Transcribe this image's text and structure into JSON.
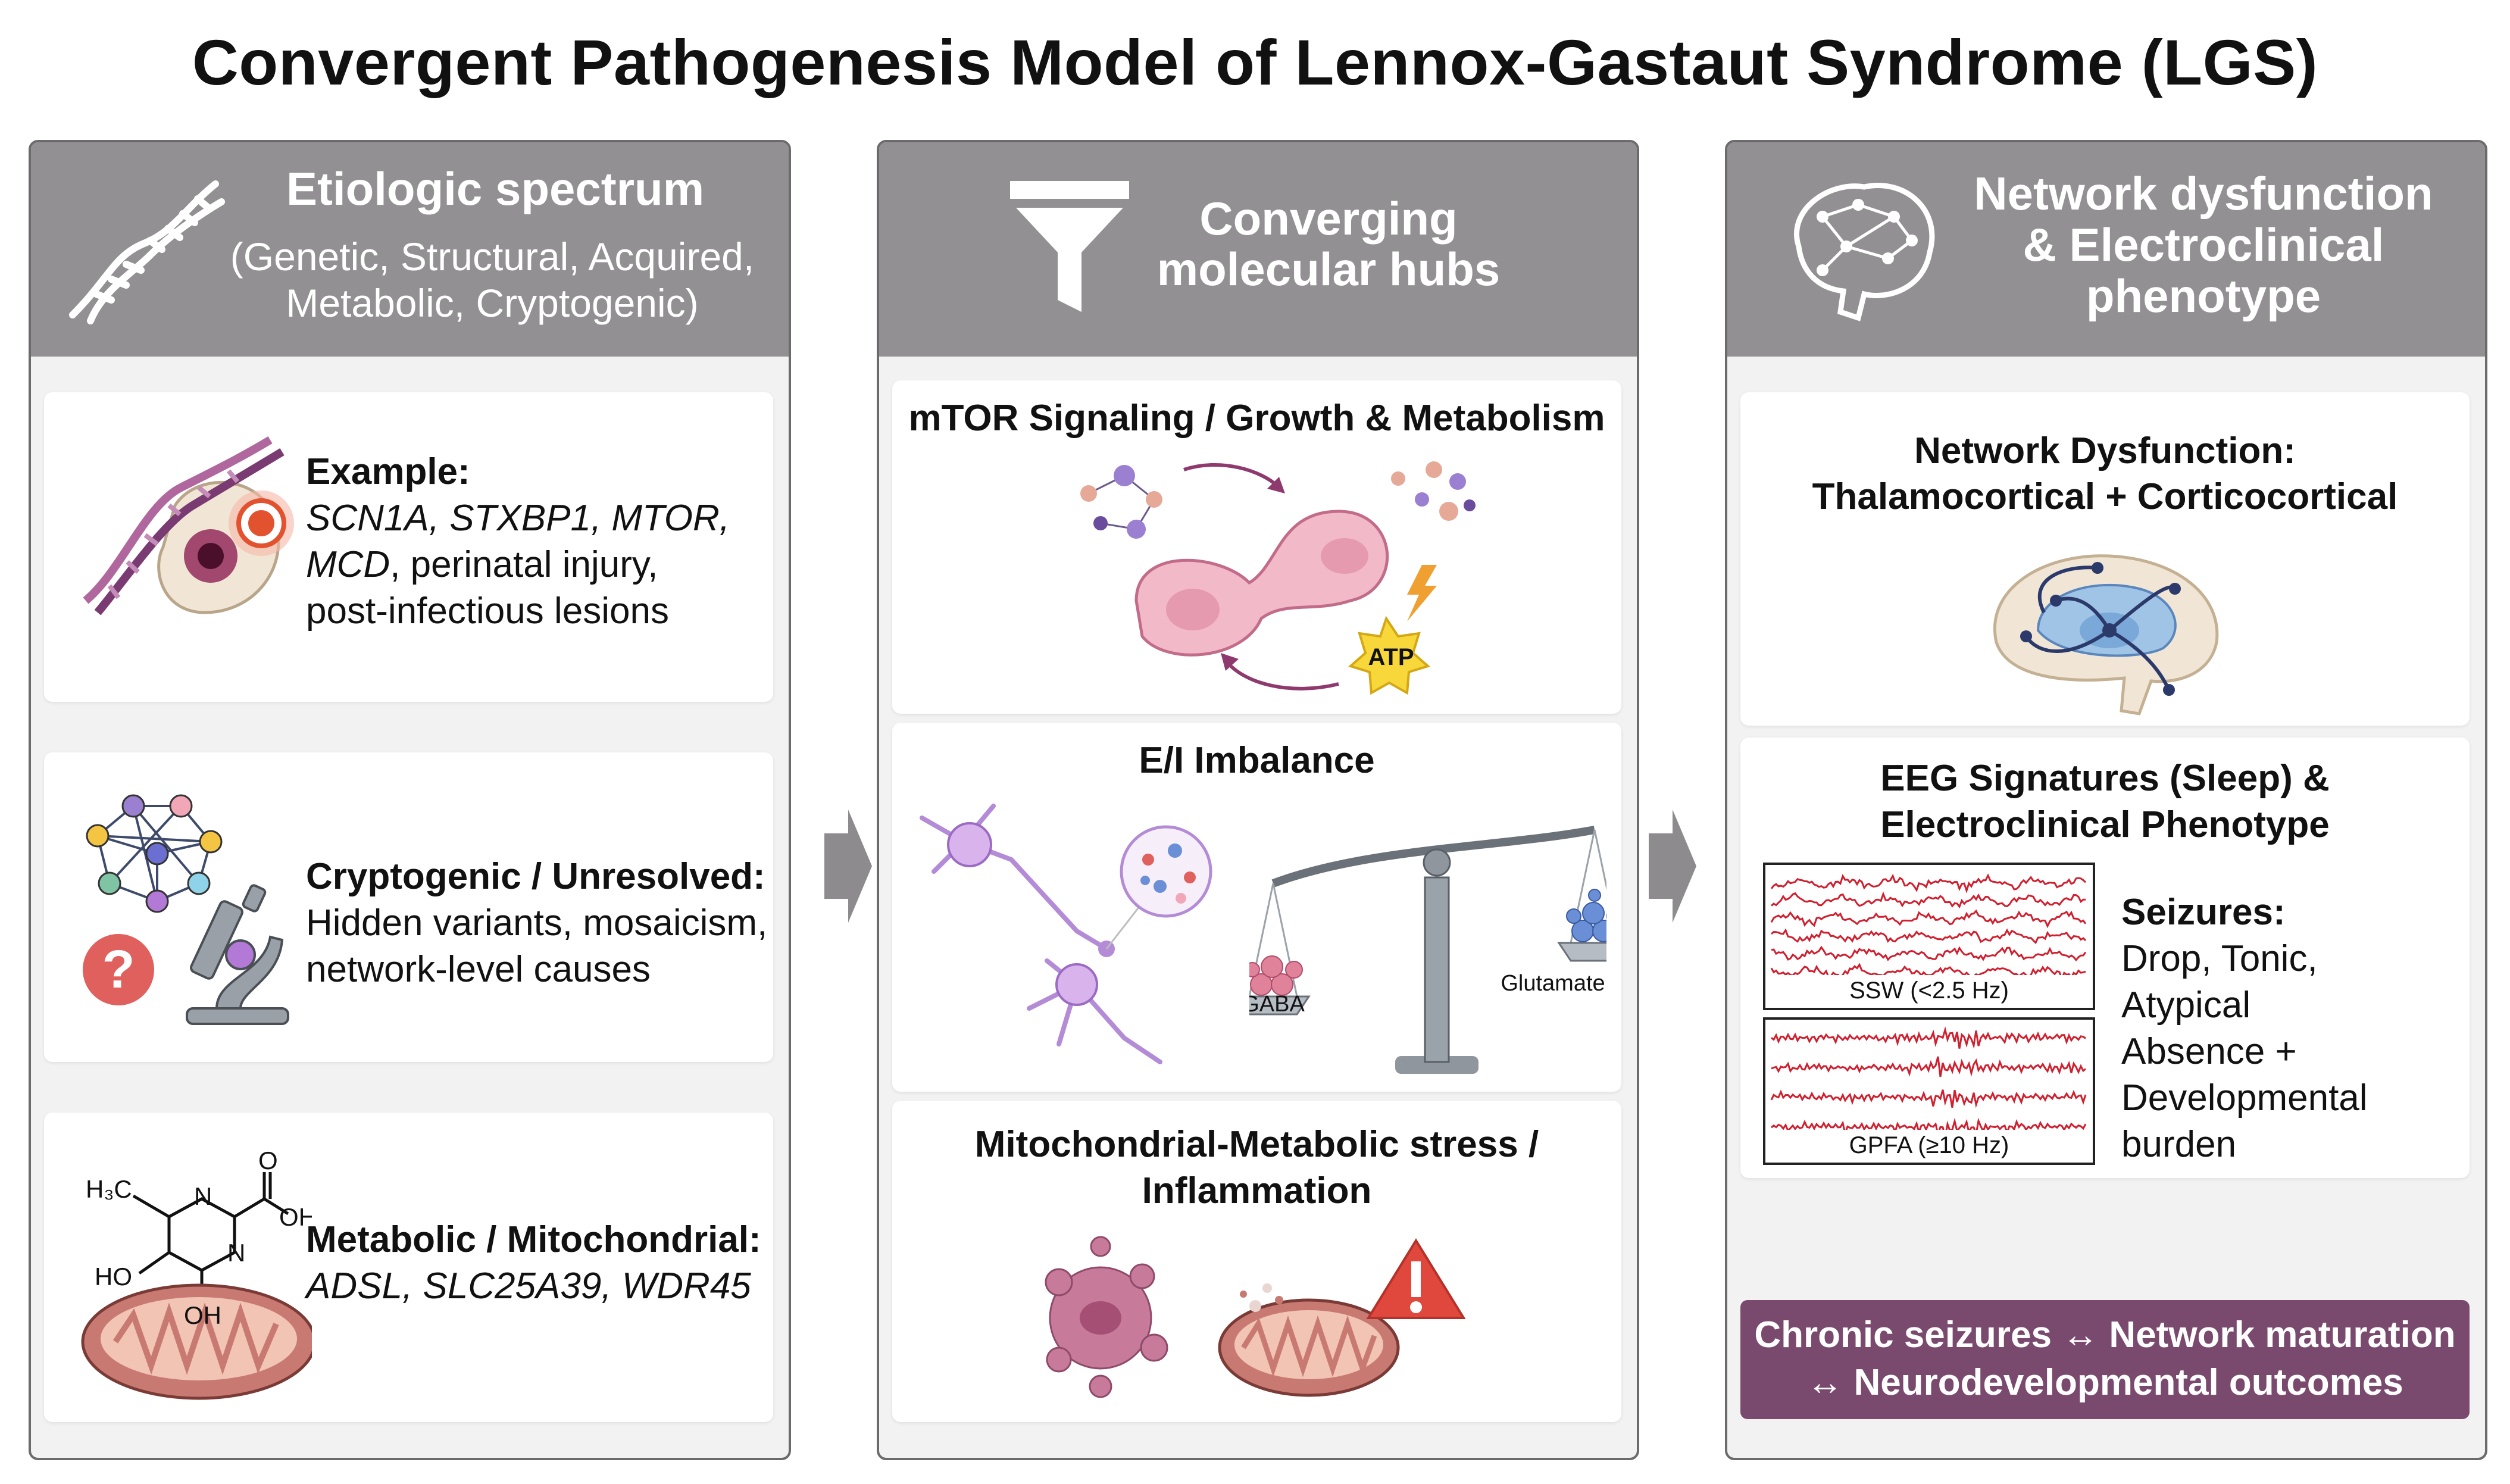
{
  "title": "Convergent Pathogenesis Model of Lennox-Gastaut Syndrome (LGS)",
  "colors": {
    "header": "#929092",
    "panel_bg": "#f2f2f2",
    "footer": "#7a4a6e",
    "eeg": "#d01f2e"
  },
  "left": {
    "heading": "Etiologic spectrum",
    "subheading_line1": "(Genetic, Structural, Acquired,",
    "subheading_line2": "Metabolic, Cryptogenic)",
    "icon": "dna-icon",
    "cards": [
      {
        "label": "Example:",
        "line1": "SCN1A, STXBP1, MTOR,",
        "line2_italic": "MCD",
        "line2_rest": ", perinatal injury,",
        "line3": "post-infectious lesions"
      },
      {
        "label": "Cryptogenic / Unresolved:",
        "line1": "Hidden variants, mosaicism,",
        "line2": "network-level causes"
      },
      {
        "label": "Metabolic / Mitochondrial:",
        "line1": "ADSL, SLC25A39, WDR45",
        "chem": {
          "h3c": "H₃C",
          "n1": "N",
          "n2": "N",
          "o": "O",
          "oh1": "OH",
          "ho": "HO",
          "oh2": "OH"
        }
      }
    ]
  },
  "middle": {
    "heading_line1": "Converging",
    "heading_line2": "molecular hubs",
    "icon": "funnel-icon",
    "cards": [
      {
        "title": "mTOR Signaling / Growth & Metabolism",
        "atp": "ATP"
      },
      {
        "title": "E/I Imbalance",
        "gaba": "GABA",
        "glutamate": "Glutamate"
      },
      {
        "title_line1": "Mitochondrial-Metabolic stress /",
        "title_line2": "Inflammation"
      }
    ]
  },
  "right": {
    "heading_line1": "Network dysfunction",
    "heading_line2": "& Electroclinical",
    "heading_line3": "phenotype",
    "icon": "brain-network-icon",
    "cards": [
      {
        "title_line1": "Network Dysfunction:",
        "title_line2": "Thalamocortical + Corticocortical"
      },
      {
        "title_line1": "EEG Signatures (Sleep) &",
        "title_line2": "Electroclinical Phenotype",
        "ssw": "SSW (<2.5 Hz)",
        "gpfa": "GPFA (≥10 Hz)",
        "seizures_label": "Seizures:",
        "seizures_lines": [
          "Drop, Tonic, Atypical",
          "Absence +",
          "Developmental",
          "burden"
        ]
      }
    ],
    "footer_line1": "Chronic seizures ↔ Network maturation",
    "footer_line2": "↔ Neurodevelopmental outcomes"
  }
}
